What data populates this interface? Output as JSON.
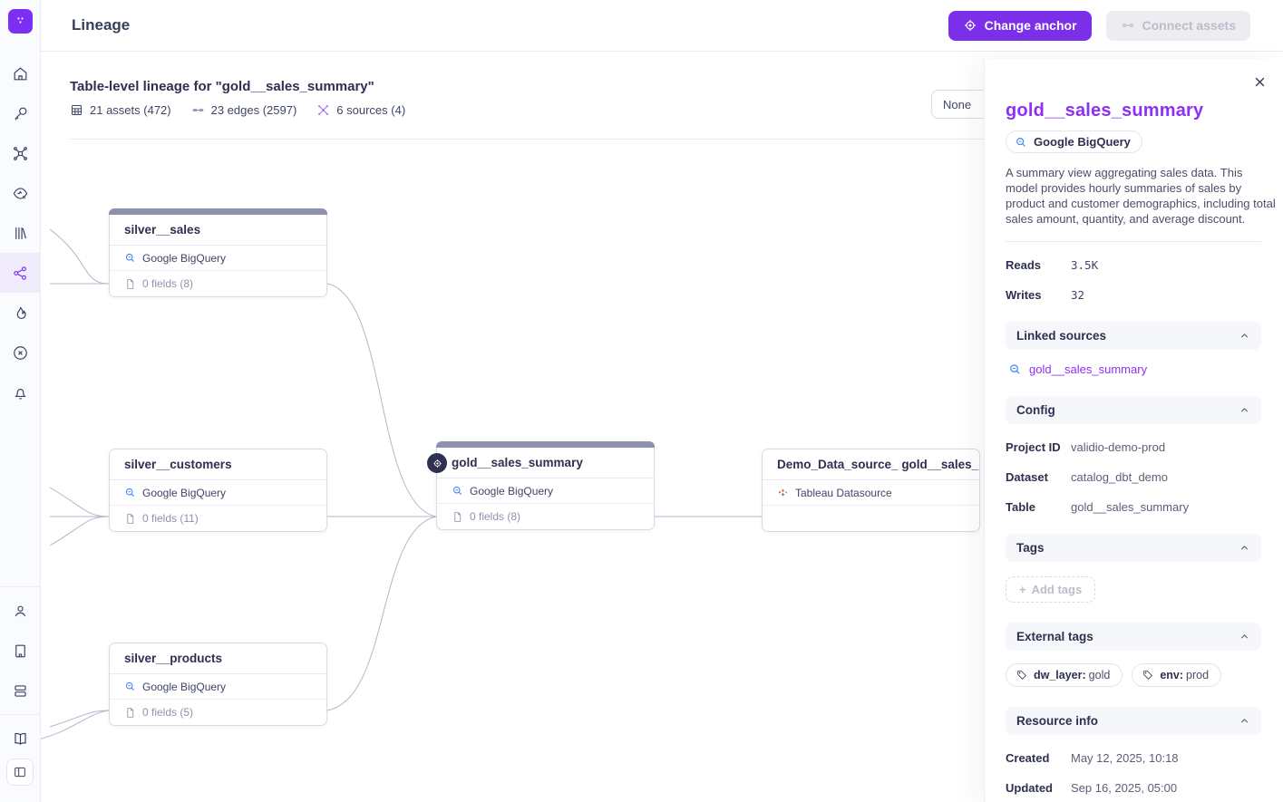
{
  "app": {
    "accent_color": "#7b2fe8",
    "title_purple": "#8b30f4",
    "edge_color": "#b3b6cc",
    "node_bar_color": "#8d91ab"
  },
  "sidebar": {
    "icons": [
      "logo",
      "home-icon",
      "key-icon",
      "connections-icon",
      "observe-icon",
      "catalog-icon",
      "lineage-icon",
      "flame-icon",
      "circle-x-icon",
      "bell-icon",
      "user-icon",
      "building-icon",
      "layers-icon",
      "book-icon",
      "collapse-panel-icon"
    ],
    "active_item": "lineage"
  },
  "header": {
    "title": "Lineage",
    "change_anchor_label": "Change anchor",
    "connect_assets_label": "Connect assets"
  },
  "canvas": {
    "title": "Table-level lineage for \"gold__sales_summary\"",
    "stats": [
      {
        "icon": "table-grid-icon",
        "label": "21 assets (472)"
      },
      {
        "icon": "edges-arrow-icon",
        "label": "23 edges (2597)"
      },
      {
        "icon": "sources-icon",
        "label": "6 sources (4)"
      }
    ],
    "filter_value": "None",
    "nodes": [
      {
        "name": "silver__sales",
        "connector": "Google BigQuery",
        "fields": "0 fields (8)"
      },
      {
        "name": "silver__customers",
        "connector": "Google BigQuery",
        "fields": "0 fields (11)"
      },
      {
        "name": "silver__products",
        "connector": "Google BigQuery",
        "fields": "0 fields (5)"
      },
      {
        "name": "gold__sales_summary",
        "connector": "Google BigQuery",
        "fields": "0 fields (8)",
        "anchor": true
      },
      {
        "name": "Demo_Data_source_ gold__sales_...",
        "connector": "Tableau Datasource",
        "fields": ""
      }
    ]
  },
  "panel": {
    "title": "gold__sales_summary",
    "connector_badge": "Google BigQuery",
    "description": "A summary view aggregating sales data. This model provides hourly summaries of sales by product and customer demographics, including total sales amount, quantity, and average discount.",
    "reads_label": "Reads",
    "reads_value": "3.5K",
    "writes_label": "Writes",
    "writes_value": "32",
    "linked_sources": {
      "title": "Linked sources",
      "link_label": "gold__sales_summary"
    },
    "config": {
      "title": "Config",
      "rows": [
        {
          "label": "Project ID",
          "value": "validio-demo-prod"
        },
        {
          "label": "Dataset",
          "value": "catalog_dbt_demo"
        },
        {
          "label": "Table",
          "value": "gold__sales_summary"
        }
      ]
    },
    "tags": {
      "title": "Tags",
      "add_label": "Add tags"
    },
    "external_tags": {
      "title": "External tags",
      "tags": [
        {
          "key": "dw_layer:",
          "value": "gold"
        },
        {
          "key": "env:",
          "value": "prod"
        }
      ]
    },
    "resource_info": {
      "title": "Resource info",
      "rows": [
        {
          "label": "Created",
          "value": "May 12, 2025, 10:18"
        },
        {
          "label": "Updated",
          "value": "Sep 16, 2025, 05:00"
        }
      ]
    }
  }
}
